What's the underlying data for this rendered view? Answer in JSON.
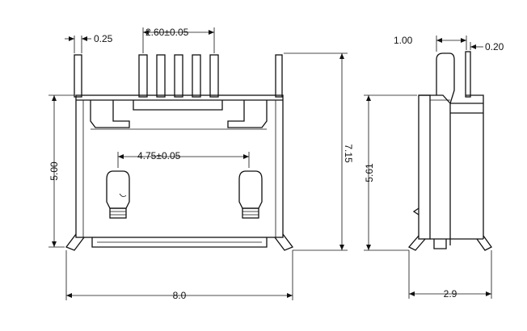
{
  "dimensions": {
    "top_left_width": "0.25",
    "pin_pitch": "2.60±0.05",
    "left_height": "5.00",
    "inner_span": "4.75±0.05",
    "overall_height": "7.15",
    "overall_width": "8.0",
    "side_top_width": "1.00",
    "side_pin_width": "0.20",
    "side_height": "5.61",
    "side_depth": "2.9"
  }
}
